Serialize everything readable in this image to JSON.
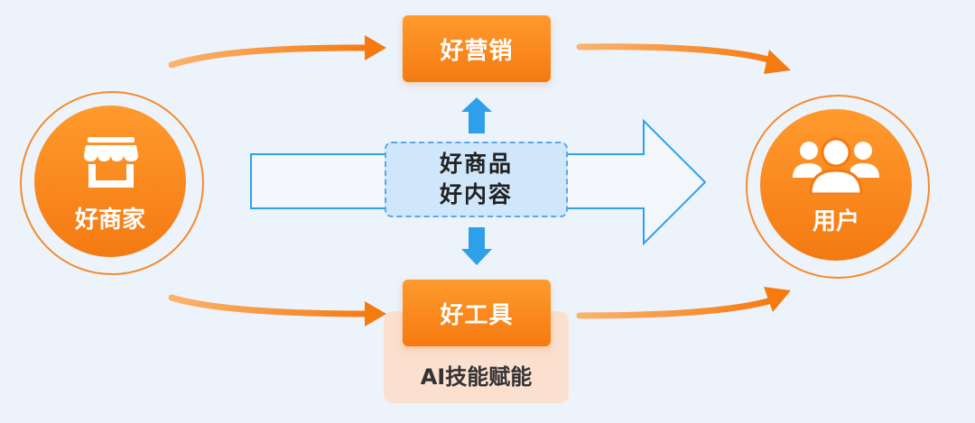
{
  "nodes": {
    "merchant": "好商家",
    "user": "用户",
    "marketing": "好营销",
    "tools": "好工具",
    "ai_empower": "AI技能赋能",
    "center_line1": "好商品",
    "center_line2": "好内容"
  },
  "icons": {
    "merchant": "store-icon",
    "user": "users-group-icon"
  },
  "colors": {
    "orange": "#f57a10",
    "orange_light": "#ff9a2e",
    "blue": "#2ea0ea",
    "blue_fill": "#cfe6fb",
    "peach": "#fbe0cf",
    "background": "#edf3fb"
  }
}
